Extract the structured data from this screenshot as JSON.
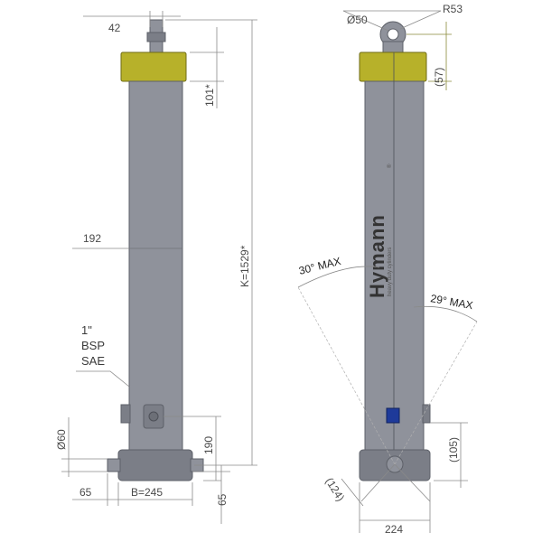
{
  "left_view": {
    "dim_top_width": "42",
    "dim_cap_height": "101*",
    "dim_total_length": "K=1529*",
    "dim_body_diameter": "192",
    "port_note_line1": "1\"",
    "port_note_line2": "BSP",
    "port_note_line3": "SAE",
    "dim_trunnion_diameter": "Ø60",
    "dim_trunnion_height": "190",
    "dim_trunnion_stub": "65",
    "dim_trunnion_span": "B=245",
    "dim_base_offset": "65"
  },
  "right_view": {
    "dim_eye_diameter": "Ø50",
    "dim_eye_radius": "R53",
    "dim_cap_height": "(57)",
    "brand_name": "Hymann",
    "brand_registered": "®",
    "brand_tagline": "heavy duty cylinders",
    "angle_left": "30° MAX",
    "angle_right": "29° MAX",
    "dim_base_height": "(105)",
    "dim_base_diag": "(124)",
    "dim_base_width": "224"
  },
  "colors": {
    "cylinder_body": "#8f929b",
    "cap_collar": "#b7b12a",
    "port_marker": "#1e3a9a"
  }
}
